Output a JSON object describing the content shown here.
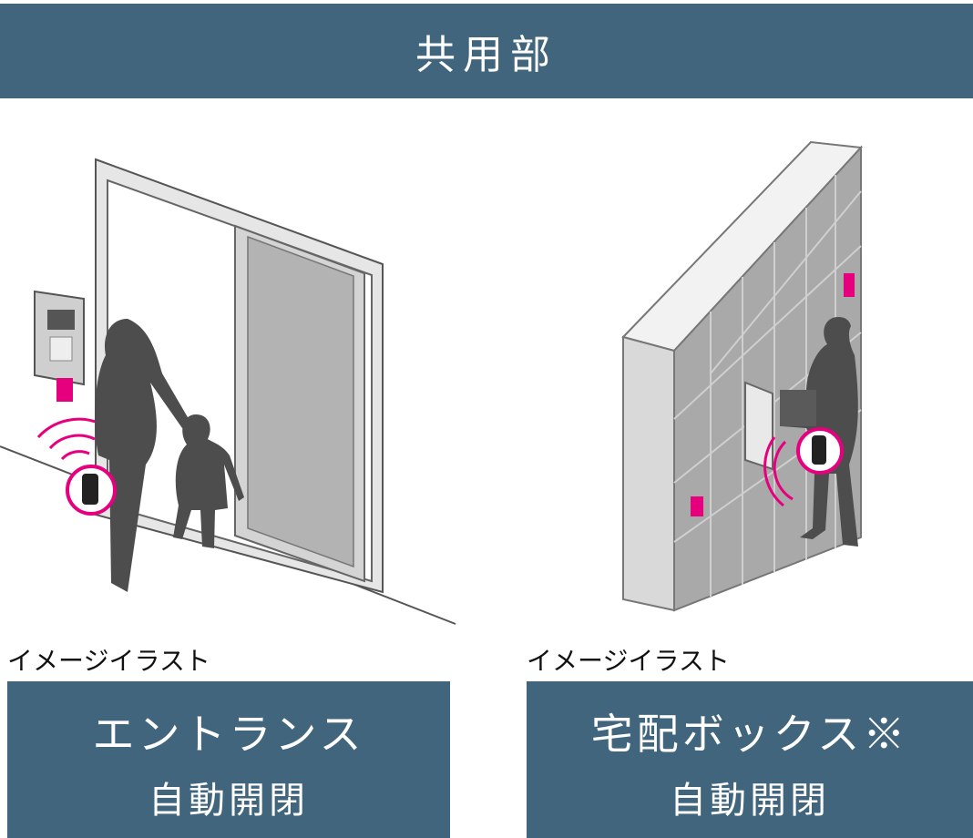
{
  "header": {
    "title": "共用部"
  },
  "left": {
    "caption": "イメージイラスト",
    "box_title": "エントランス",
    "box_sub": "自動開閉"
  },
  "right": {
    "caption": "イメージイラスト",
    "box_title": "宅配ボックス※",
    "box_sub": "自動開閉"
  },
  "colors": {
    "banner": "#40657d",
    "accent": "#e6007e",
    "silhouette": "#4d4d4d"
  }
}
